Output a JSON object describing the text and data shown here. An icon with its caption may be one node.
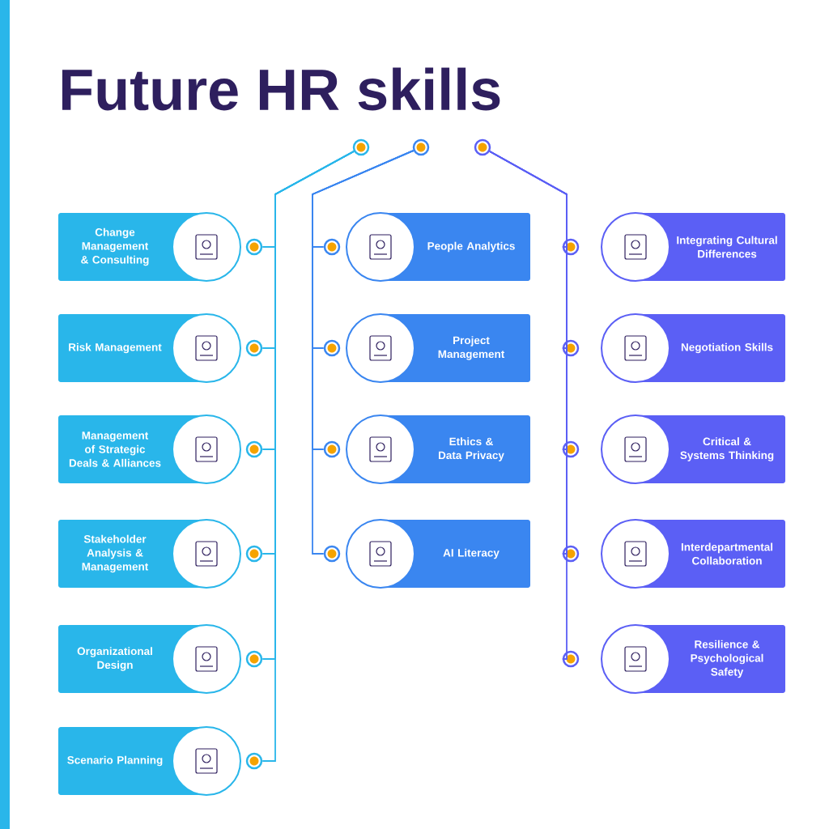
{
  "diagram": {
    "title": "Future HR skills",
    "nodes": [
      {
        "text": [],
        "shape": "circle"
      },
      {
        "text": [],
        "shape": "circle"
      },
      {
        "text": [],
        "shape": "circle"
      },
      {
        "text": [
          "Change Management & Consulting"
        ]
      },
      {
        "text": [
          "Risk Management"
        ]
      },
      {
        "text": [
          "Management of Strategic Deals & Alliances"
        ]
      },
      {
        "text": [
          "Stakeholder Analysis & Management"
        ]
      },
      {
        "text": [
          "Organizational Design"
        ]
      },
      {
        "text": [
          "Scenario Planning"
        ]
      },
      {
        "text": [
          "People Analytics"
        ]
      },
      {
        "text": [
          "Project Management"
        ]
      },
      {
        "text": [
          "Ethics & Data Privacy"
        ]
      },
      {
        "text": [
          "AI Literacy"
        ]
      },
      {
        "text": [
          "Integrating Cultural Differences"
        ]
      },
      {
        "text": [
          "Negotiation Skills"
        ]
      },
      {
        "text": [
          "Critical & Systems Thinking"
        ]
      },
      {
        "text": [
          "Interdepartmental Collaboration"
        ]
      },
      {
        "text": [
          "Resilience & Psychological Safety"
        ]
      },
      {
        "text": [],
        "shape": "circle"
      },
      {
        "text": [],
        "shape": "circle"
      },
      {
        "text": [],
        "shape": "circle"
      },
      {
        "text": [],
        "shape": "circle"
      },
      {
        "text": [],
        "shape": "circle"
      },
      {
        "text": [],
        "shape": "circle"
      },
      {
        "text": [],
        "shape": "circle"
      },
      {
        "text": [],
        "shape": "circle"
      },
      {
        "text": [],
        "shape": "circle"
      },
      {
        "text": [],
        "shape": "circle"
      },
      {
        "text": [],
        "shape": "circle"
      },
      {
        "text": [],
        "shape": "circle"
      },
      {
        "text": [],
        "shape": "circle"
      },
      {
        "text": [],
        "shape": "circle"
      },
      {
        "text": [],
        "shape": "circle"
      }
    ],
    "edges": [
      {
        "from": 0,
        "to": 18,
        "arrow": "none",
        "color": "#29b6ea"
      },
      {
        "from": 0,
        "to": 19,
        "arrow": "none",
        "color": "#29b6ea"
      },
      {
        "from": 0,
        "to": 20,
        "arrow": "none",
        "color": "#29b6ea"
      },
      {
        "from": 0,
        "to": 21,
        "arrow": "none",
        "color": "#29b6ea"
      },
      {
        "from": 0,
        "to": 22,
        "arrow": "none",
        "color": "#29b6ea"
      },
      {
        "from": 0,
        "to": 23,
        "arrow": "none",
        "color": "#29b6ea"
      },
      {
        "from": 1,
        "to": 24,
        "arrow": "none",
        "color": "#3a86f0"
      },
      {
        "from": 1,
        "to": 25,
        "arrow": "none",
        "color": "#3a86f0"
      },
      {
        "from": 1,
        "to": 26,
        "arrow": "none",
        "color": "#3a86f0"
      },
      {
        "from": 1,
        "to": 27,
        "arrow": "none",
        "color": "#3a86f0"
      },
      {
        "from": 2,
        "to": 28,
        "arrow": "none",
        "color": "#5b5ff5"
      },
      {
        "from": 2,
        "to": 29,
        "arrow": "none",
        "color": "#5b5ff5"
      },
      {
        "from": 2,
        "to": 30,
        "arrow": "none",
        "color": "#5b5ff5"
      },
      {
        "from": 2,
        "to": 31,
        "arrow": "none",
        "color": "#5b5ff5"
      },
      {
        "from": 2,
        "to": 32,
        "arrow": "none",
        "color": "#5b5ff5"
      }
    ]
  }
}
